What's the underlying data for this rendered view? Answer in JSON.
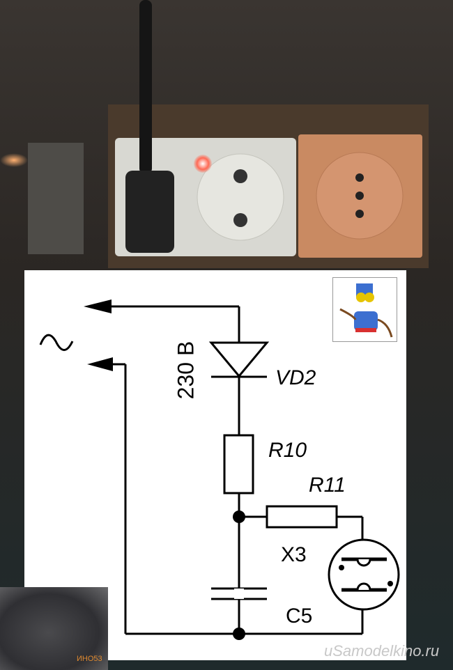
{
  "diagram": {
    "voltage_label": "230 В",
    "ac_symbol": "~",
    "components": {
      "diode": "VD2",
      "resistor1": "R10",
      "resistor2": "R11",
      "socket": "X3",
      "capacitor": "C5"
    }
  },
  "cat_caption": "ИНО53",
  "watermark": "uSamodelkino.ru"
}
